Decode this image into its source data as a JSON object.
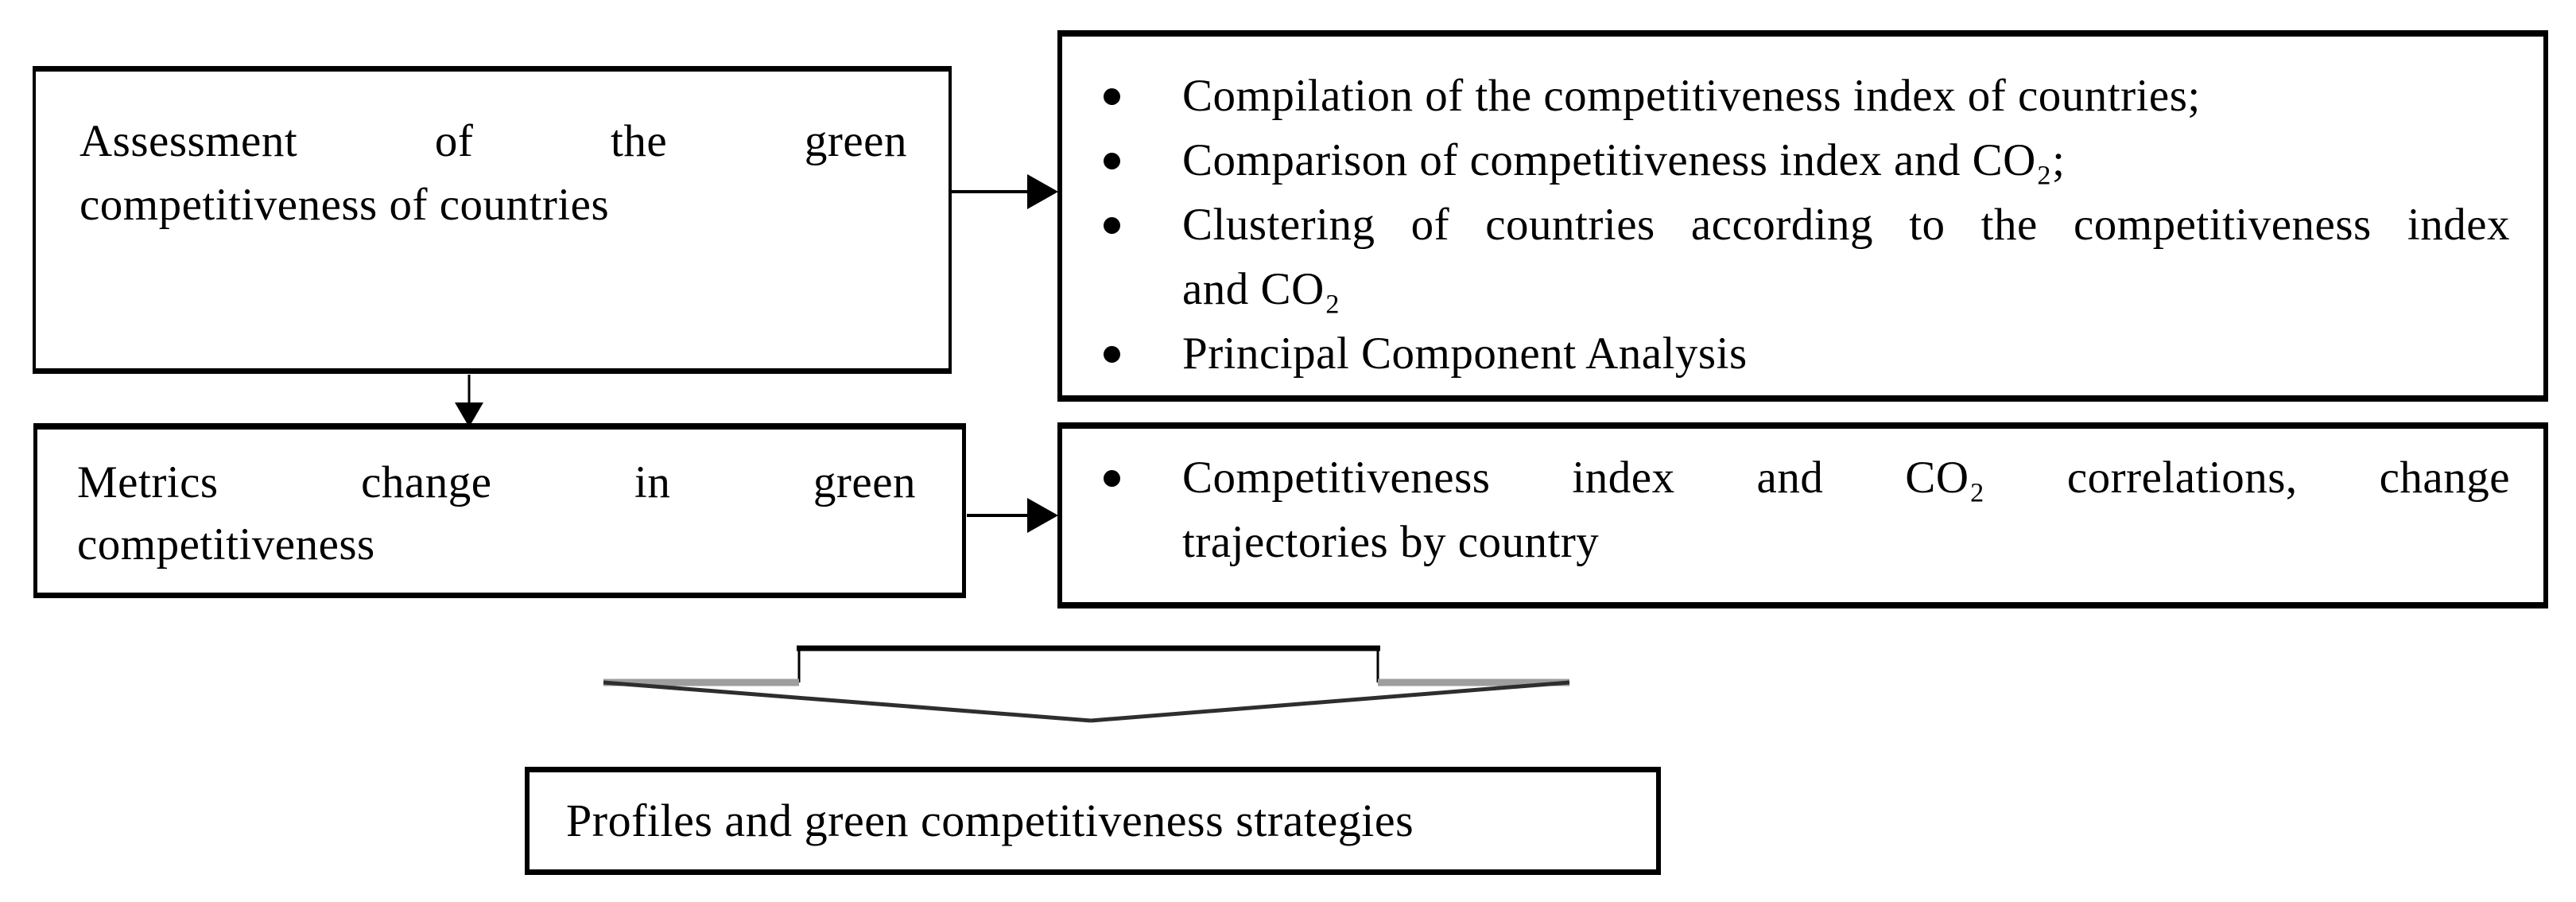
{
  "colors": {
    "background": "#ffffff",
    "ink": "#000000",
    "arrow_shadow": "#9e9e9e",
    "arrow_slant": "#2e2e2e"
  },
  "boxes": {
    "assessment": {
      "lines": [
        "Assessment of the green",
        "competitiveness of countries"
      ]
    },
    "assessment_methods": {
      "bullets": [
        {
          "lines": [
            "Compilation of the competitiveness index of countries;"
          ]
        },
        {
          "lines": [
            "Comparison of competitiveness index and CO₂;"
          ]
        },
        {
          "lines": [
            "Clustering of countries according to the competitiveness index",
            "and CO₂"
          ]
        },
        {
          "lines": [
            "Principal Component Analysis"
          ]
        }
      ]
    },
    "metrics": {
      "lines": [
        "Metrics change in green",
        "competitiveness"
      ]
    },
    "metrics_methods": {
      "bullets": [
        {
          "lines": [
            "Competitiveness index and CO₂ correlations, change",
            "trajectories by country"
          ]
        }
      ]
    },
    "result": {
      "text": "Profiles and green competitiveness strategies"
    }
  }
}
